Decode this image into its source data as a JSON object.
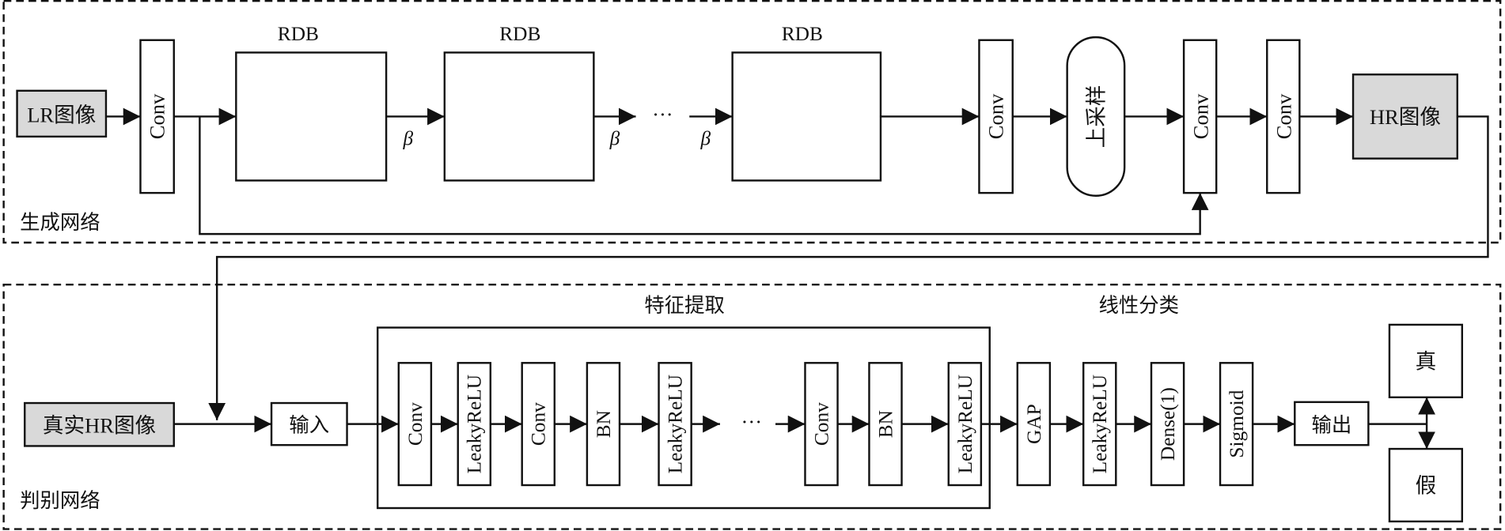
{
  "generator": {
    "section_label": "生成网络",
    "input": "LR图像",
    "conv1": "Conv",
    "rdb_labels": [
      "RDB",
      "RDB",
      "RDB"
    ],
    "beta": "β",
    "ellipsis": "···",
    "conv2": "Conv",
    "upsample": "上采样",
    "conv3": "Conv",
    "conv4": "Conv",
    "output": "HR图像"
  },
  "discriminator": {
    "section_label": "判别网络",
    "real_input": "真实HR图像",
    "input": "输入",
    "feature_title": "特征提取",
    "classify_title": "线性分类",
    "feature_layers": [
      "Conv",
      "LeakyReLU",
      "Conv",
      "BN",
      "LeakyReLU",
      "Conv",
      "BN",
      "LeakyReLU"
    ],
    "ellipsis": "···",
    "classify_layers": [
      "GAP",
      "LeakyReLU",
      "Dense(1)",
      "Sigmoid"
    ],
    "output": "输出",
    "real": "真",
    "fake": "假"
  },
  "colors": {
    "image_fill": "#d9d9d9",
    "stroke": "#111111"
  }
}
